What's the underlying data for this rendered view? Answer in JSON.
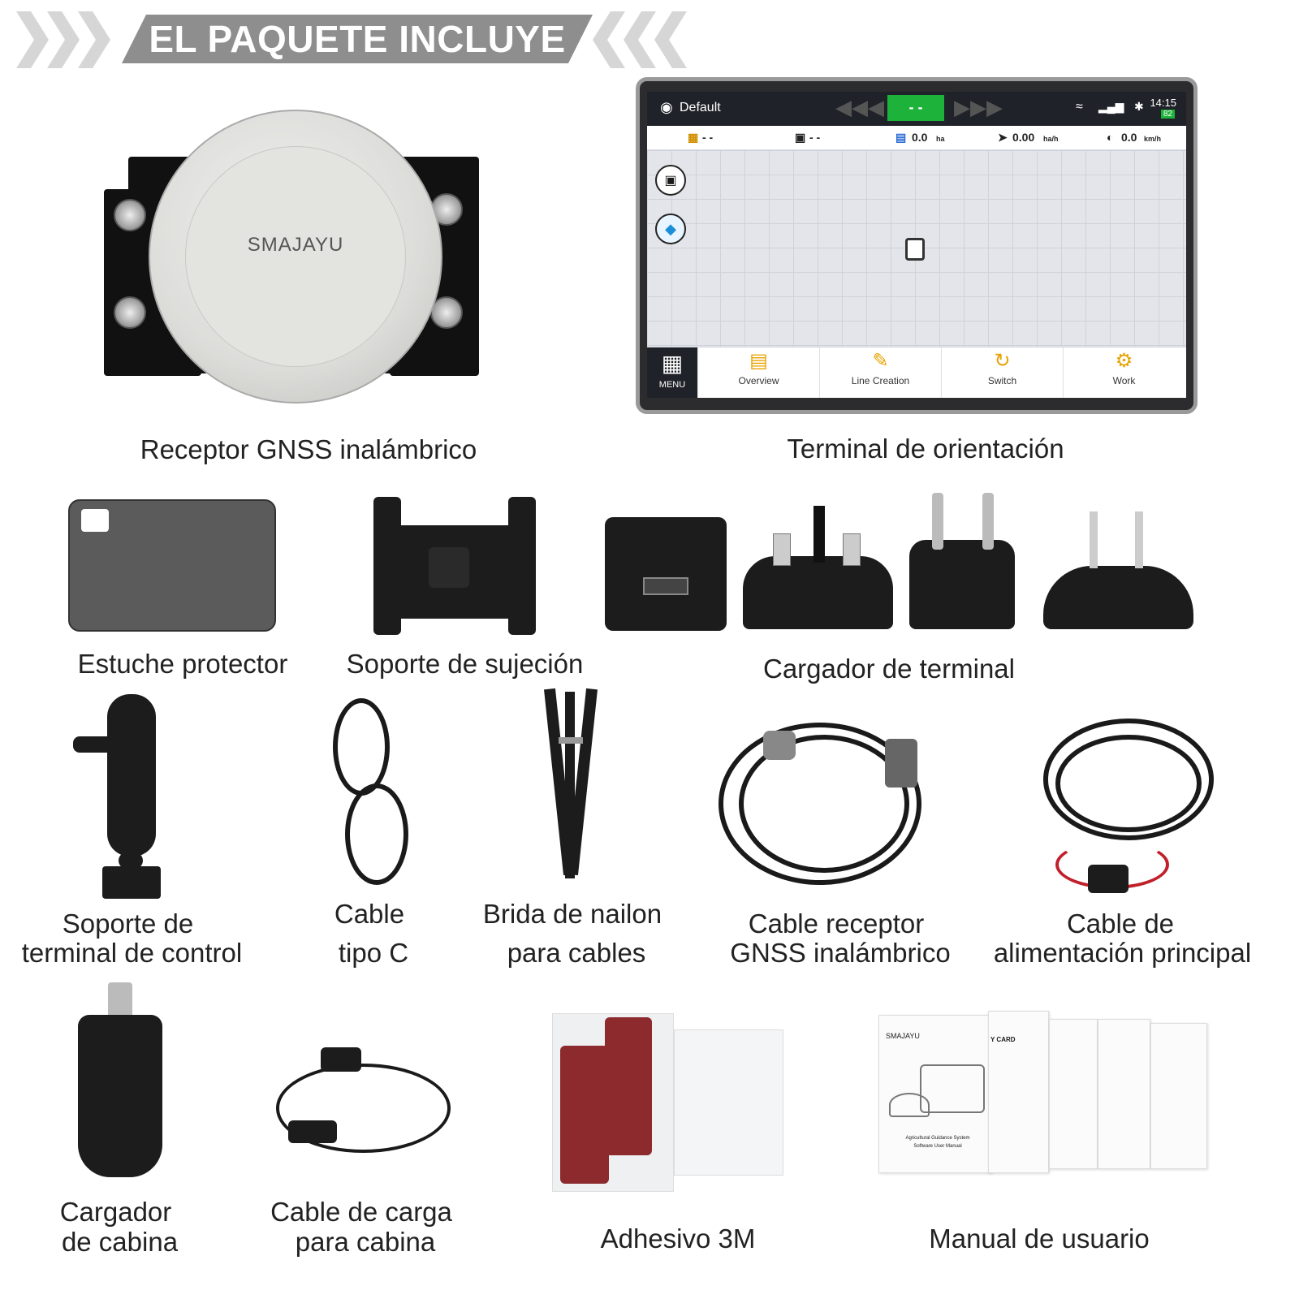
{
  "banner": {
    "title": "EL PAQUETE INCLUYE"
  },
  "receiver": {
    "brand": "SMAJAYU"
  },
  "terminal_ui": {
    "location": "Default",
    "gps_status": "- -",
    "time": "14:15",
    "battery": "82",
    "metrics": [
      {
        "icon": "field-icon",
        "value": "- -"
      },
      {
        "icon": "grid-icon",
        "value": "- -"
      },
      {
        "icon": "area-icon",
        "value": "0.0",
        "unit": "ha"
      },
      {
        "icon": "rocket-icon",
        "value": "0.00",
        "unit": "ha/h"
      },
      {
        "icon": "speedometer-icon",
        "value": "0.0",
        "unit": "km/h"
      }
    ],
    "nav": {
      "menu": "MENU",
      "items": [
        "Overview",
        "Line Creation",
        "Switch",
        "Work"
      ]
    }
  },
  "labels": {
    "receiver": "Receptor GNSS inalámbrico",
    "terminal": "Terminal de orientación",
    "case": "Estuche protector",
    "bracket": "Soporte de sujeción",
    "charger": "Cargador de terminal",
    "mount_1": "Soporte de",
    "mount_2": "terminal de control",
    "typec_1": "Cable",
    "typec_2": "tipo C",
    "ties_1": "Brida de nailon",
    "ties_2": "para cables",
    "gnss_cable_1": "Cable receptor",
    "gnss_cable_2": "GNSS inalámbrico",
    "power_1": "Cable de",
    "power_2": "alimentación principal",
    "cab_charger_1": "Cargador",
    "cab_charger_2": "de cabina",
    "cab_cable_1": "Cable de carga",
    "cab_cable_2": "para cabina",
    "adhesive": "Adhesivo 3M",
    "manual": "Manual de usuario"
  },
  "manual_sheets": {
    "brand": "SMAJAYU",
    "card": "Y CARD",
    "title_1": "Agricultural Guidance System",
    "title_2": "Software User Manual"
  },
  "colors": {
    "banner": "#8e8e8e",
    "chevron": "#d6d6d6",
    "gps_ok": "#1db33a"
  }
}
